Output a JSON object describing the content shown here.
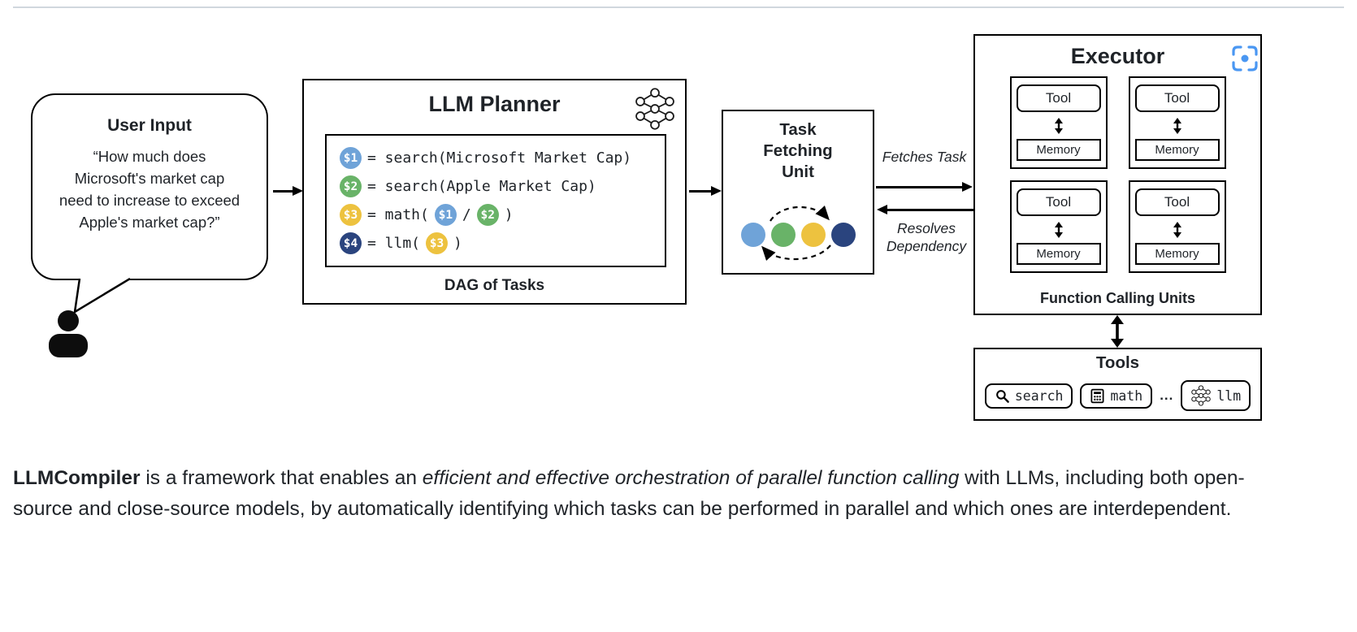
{
  "colors": {
    "task1": "#6fa3d8",
    "task2": "#69b368",
    "task3": "#edc23f",
    "task4": "#2a447e",
    "accent_blue": "#4a97f2",
    "rule": "#d0d7de",
    "text": "#1f2328"
  },
  "user_input": {
    "title": "User Input",
    "quote_lines": [
      "“How much does",
      "Microsoft's market cap",
      "need to increase to exceed",
      "Apple's market cap?”"
    ]
  },
  "planner": {
    "title": "LLM Planner",
    "caption": "DAG of Tasks",
    "lines": [
      {
        "badge": "$1",
        "text": "= search(Microsoft Market Cap)"
      },
      {
        "badge": "$2",
        "text": "= search(Apple Market Cap)"
      },
      {
        "badge": "$3",
        "pre": "= math(",
        "ref1": "$1",
        "mid": "/",
        "ref2": "$2",
        "post": ")"
      },
      {
        "badge": "$4",
        "pre": "= llm(",
        "ref1": "$3",
        "post": ")"
      }
    ]
  },
  "fetcher": {
    "title": "Task Fetching Unit",
    "fetches_label": "Fetches Task",
    "resolves_label": "Resolves Dependency"
  },
  "executor": {
    "title": "Executor",
    "caption": "Function Calling Units",
    "units": [
      {
        "tool": "Tool",
        "memory": "Memory"
      },
      {
        "tool": "Tool",
        "memory": "Memory"
      },
      {
        "tool": "Tool",
        "memory": "Memory"
      },
      {
        "tool": "Tool",
        "memory": "Memory"
      }
    ]
  },
  "tools": {
    "title": "Tools",
    "ellipsis": "...",
    "items": [
      {
        "label": "search",
        "icon": "magnifier-icon"
      },
      {
        "label": "math",
        "icon": "calculator-icon"
      },
      {
        "label": "llm",
        "icon": "neural-network-icon"
      }
    ]
  },
  "description": {
    "bold": "LLMCompiler",
    "seg1": " is a framework that enables an ",
    "italic": "efficient and effective orchestration of parallel function calling",
    "seg2": " with LLMs, including both open-source and close-source models, by automatically identifying which tasks can be performed in parallel and which ones are interdependent."
  }
}
